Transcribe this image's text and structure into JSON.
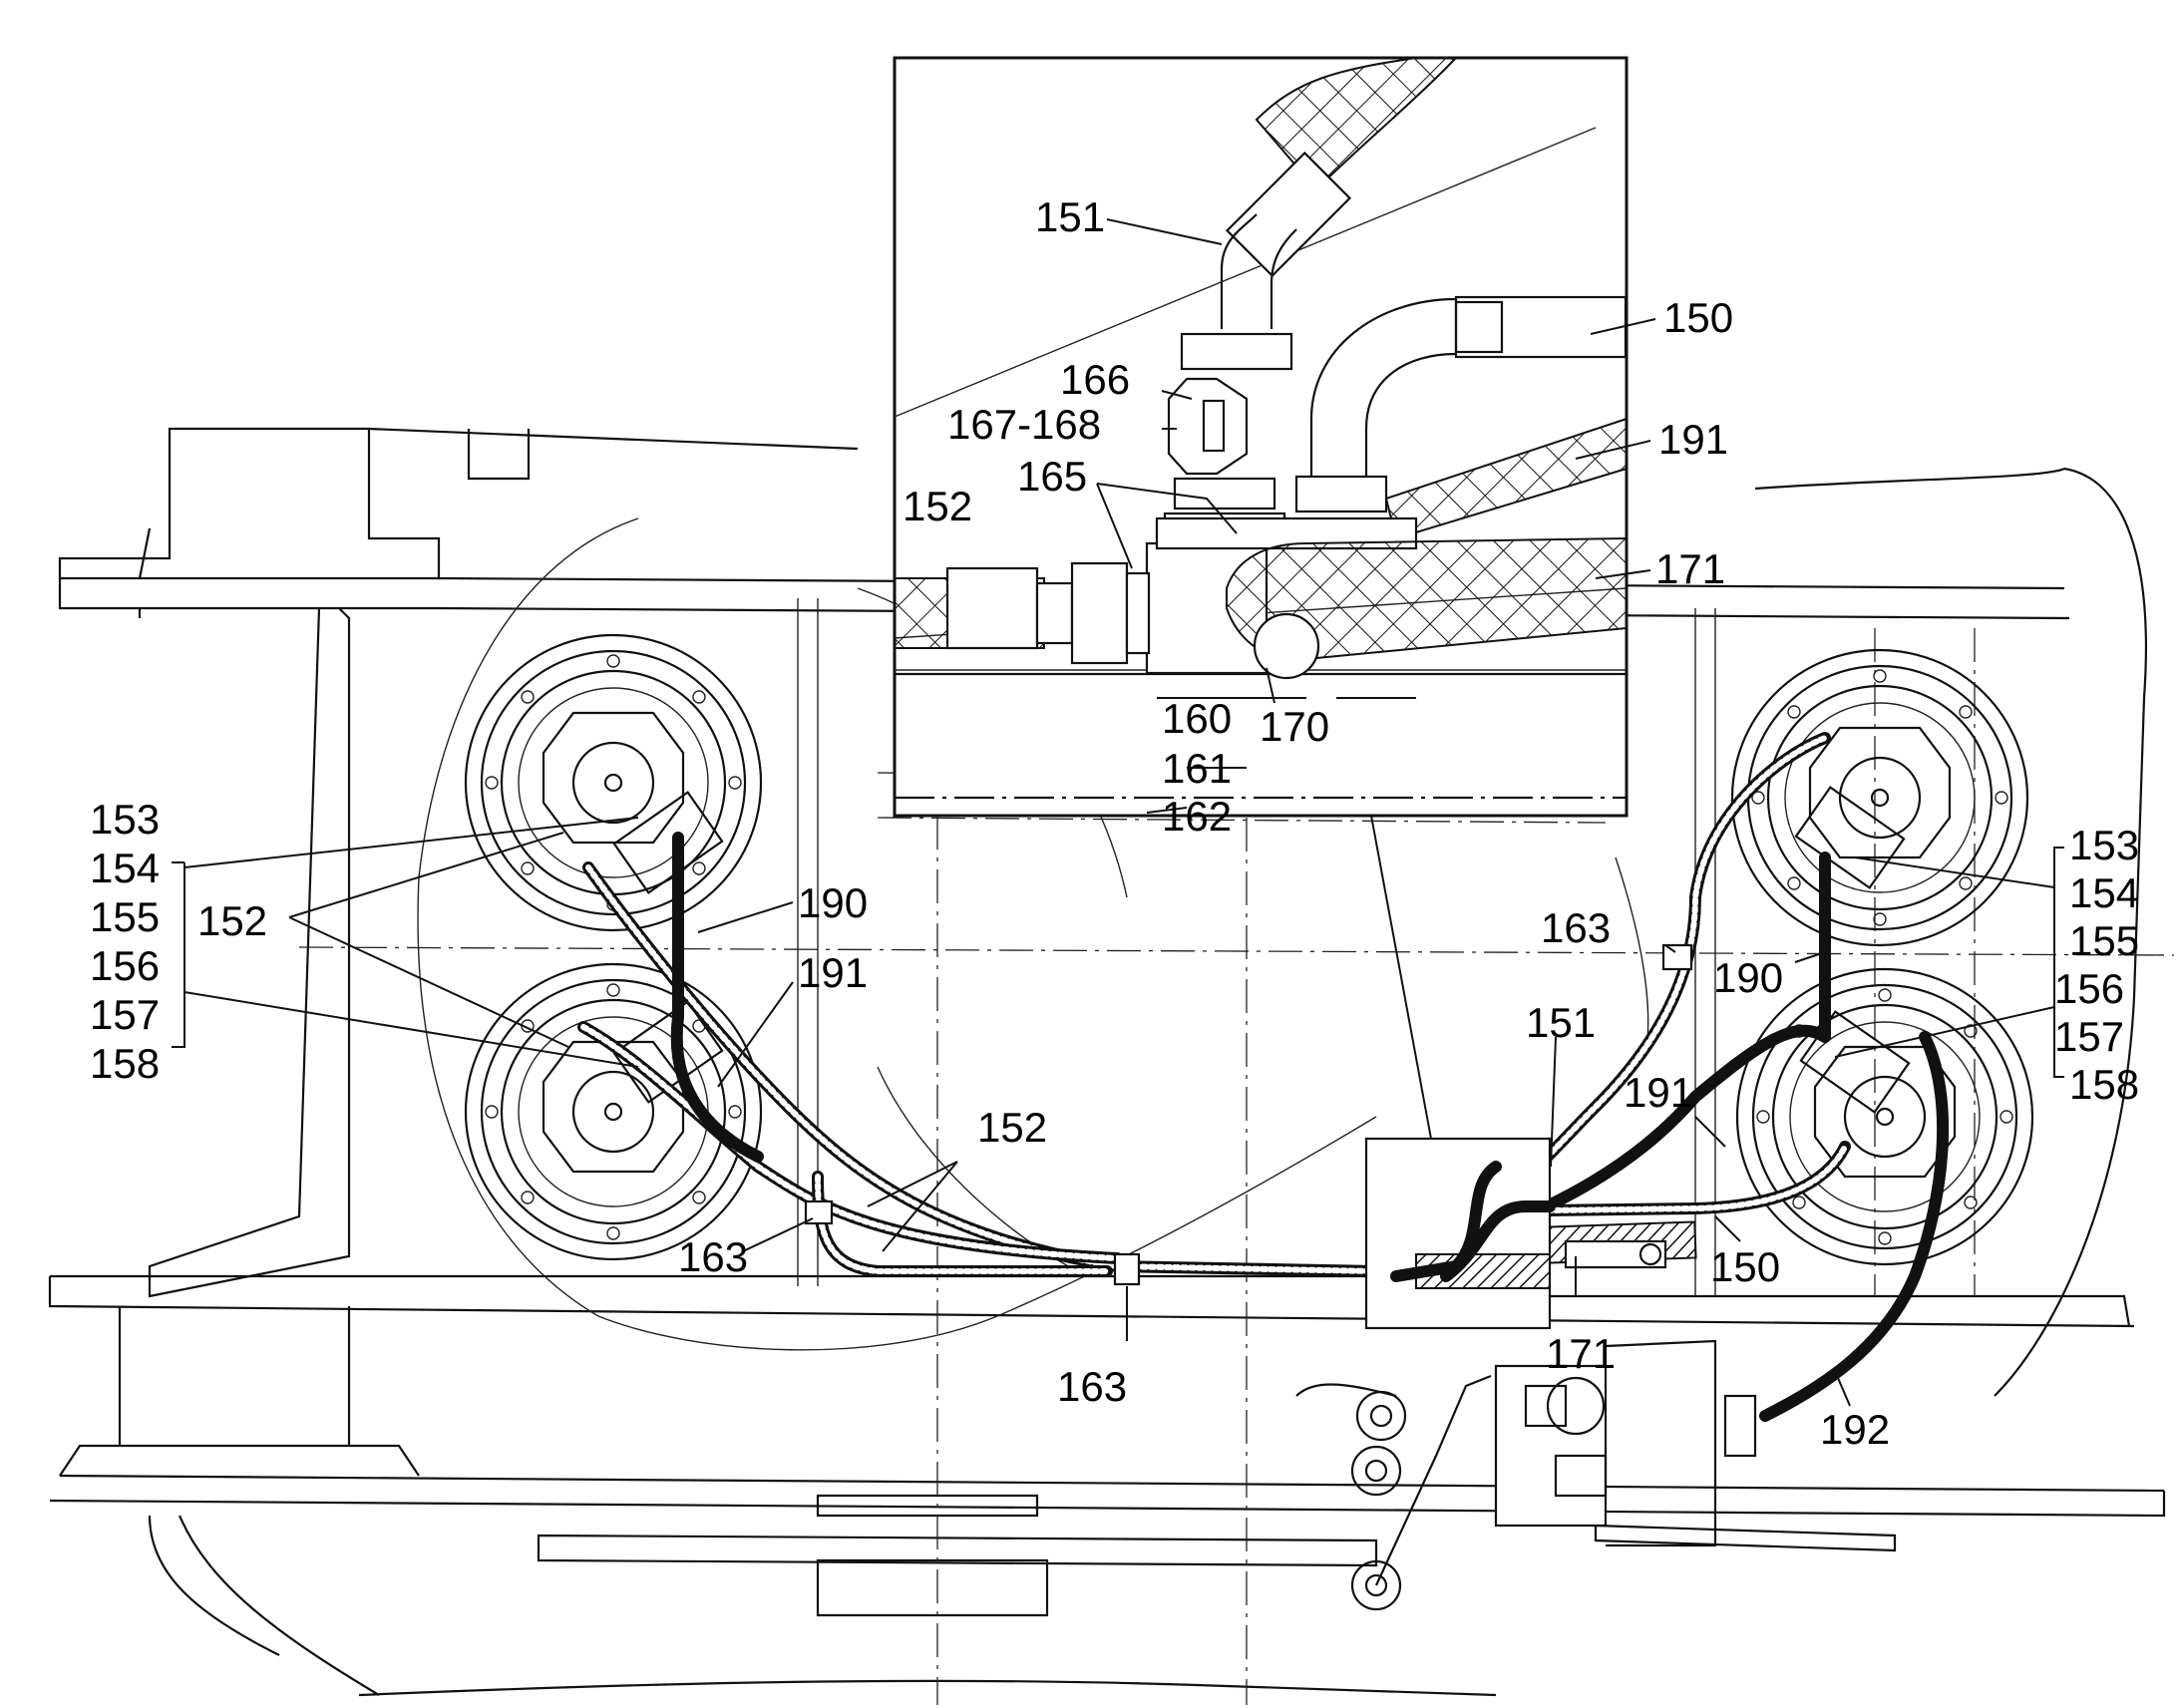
{
  "callouts": {
    "c151_inset": "151",
    "c150_inset": "150",
    "c166": "166",
    "c167_168": "167-168",
    "c191_inset": "191",
    "c165": "165",
    "c152_inset": "152",
    "c171_inset": "171",
    "c160": "160",
    "c170": "170",
    "c161": "161",
    "c162": "162",
    "left_group": [
      "153",
      "154",
      "155",
      "156",
      "157",
      "158"
    ],
    "c152_left": "152",
    "c190_left": "190",
    "c191_left": "191",
    "c152_mid": "152",
    "c163_left": "163",
    "c163_mid": "163",
    "c163_right": "163",
    "c151_main": "151",
    "c191_main": "191",
    "c190_right": "190",
    "right_group": [
      "153",
      "154",
      "155",
      "156",
      "157",
      "158"
    ],
    "c150_main": "150",
    "c171_main": "171",
    "c192": "192"
  }
}
